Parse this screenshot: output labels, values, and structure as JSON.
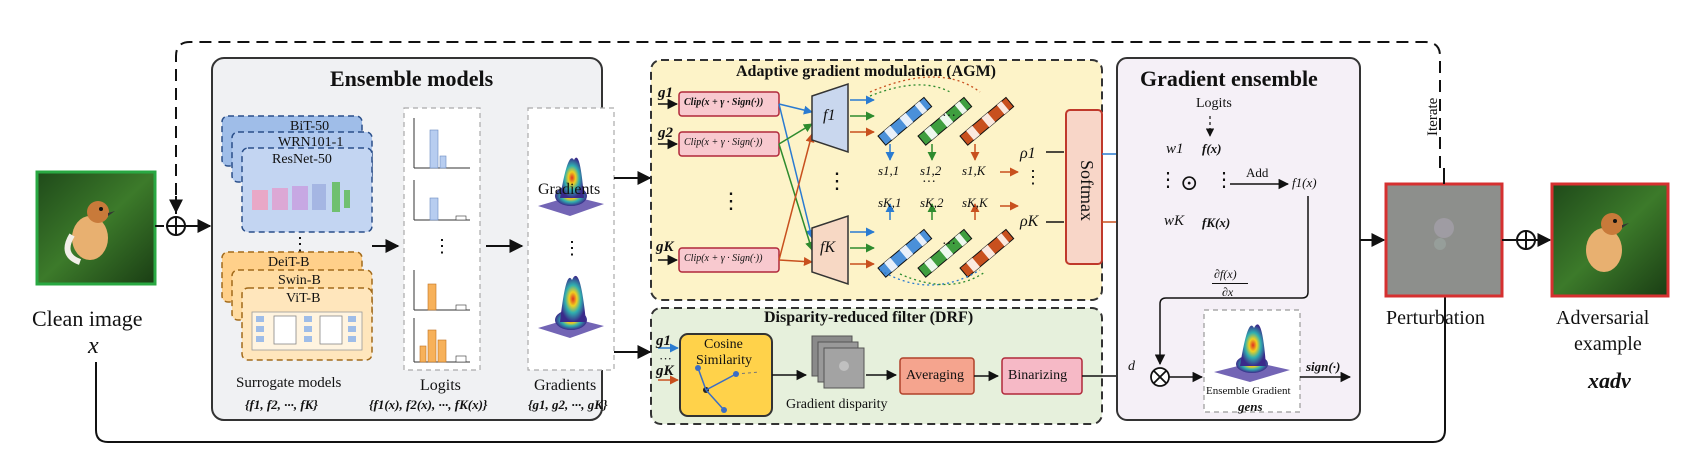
{
  "left": {
    "clean_image_label": "Clean image",
    "clean_image_symbol": "x"
  },
  "ensemble": {
    "title": "Ensemble models",
    "cnn_models": [
      "BiT-50",
      "WRN101-1",
      "ResNet-50"
    ],
    "vit_models": [
      "DeiT-B",
      "Swin-B",
      "ViT-B"
    ],
    "surrogate_label": "Surrogate models",
    "surrogate_set": "{f1, f2, ···, fK}",
    "logits_label": "Logits",
    "logits_set": "{f1(x), f2(x), ···, fK(x)}",
    "gradients_label": "Gradients",
    "gradients_set": "{g1, g2, ···, gK}",
    "vdots": "⋮"
  },
  "agm": {
    "title": "Adaptive gradient modulation (AGM)",
    "g_labels": [
      "g1",
      "g2",
      "gK"
    ],
    "clip_text": "Clip(x + γ · Sign(·))",
    "f_labels": [
      "f1",
      "fK"
    ],
    "s_top": [
      "s1,1",
      "s1,2",
      "s1,K"
    ],
    "s_bottom": [
      "sK,1",
      "sK,2",
      "sK,K"
    ],
    "rho": [
      "ρ1",
      "ρK"
    ],
    "softmax": "Softmax",
    "ellipsis": "···",
    "vdots": "⋮"
  },
  "drf": {
    "title": "Disparity-reduced filter (DRF)",
    "g_labels": [
      "g1",
      "gK"
    ],
    "ellipsis": "···",
    "cosine_line1": "Cosine",
    "cosine_line2": "Similarity",
    "disparity_label": "Gradient disparity",
    "averaging": "Averaging",
    "binarizing": "Binarizing",
    "d_label": "d"
  },
  "ge": {
    "title": "Gradient ensemble",
    "logits_label": "Logits",
    "w_labels": [
      "w1",
      "wK"
    ],
    "f_top": "f(x)",
    "f_bottom": "fK(x)",
    "add_label": "Add",
    "f1x": "f1(x)",
    "deriv_num": "∂f(x)",
    "deriv_den": "∂x",
    "ensemble_gradient": "Ensemble Gradient",
    "g_ens": "gens",
    "sign": "sign(·)",
    "dot": "⊙",
    "vdots": "⋮"
  },
  "right": {
    "iterate": "Iterate",
    "perturbation": "Perturbation",
    "adv_line1": "Adversarial",
    "adv_line2": "example",
    "adv_symbol": "xadv"
  },
  "colors": {
    "ensemble_bg": "#f0f1f3",
    "agm_bg": "#fdf3c8",
    "drf_bg": "#e6f0dc",
    "ge_bg": "#f5f0f7",
    "clip_fill": "#f8c9cf",
    "clip_stroke": "#b0283a",
    "f_node_top": "#c9d7ee",
    "f_node_bottom": "#f7d8c4",
    "softmax": "#f8d6c8",
    "softmax_stroke": "#c0392b",
    "cosine": "#ffd24a",
    "averaging": "#f5a48e",
    "binarizing": "#f6b9c6",
    "cnn_card": "#9fbde8",
    "vit_card": "#ffd08a",
    "bar_blue": "#b7cdf0",
    "bar_orange": "#f7b15a",
    "image_border_green": "#29a842",
    "image_border_red": "#d63030",
    "arrow_blue": "#2a7bd1",
    "arrow_green": "#2e8b2e",
    "arrow_orange": "#c8501e"
  }
}
